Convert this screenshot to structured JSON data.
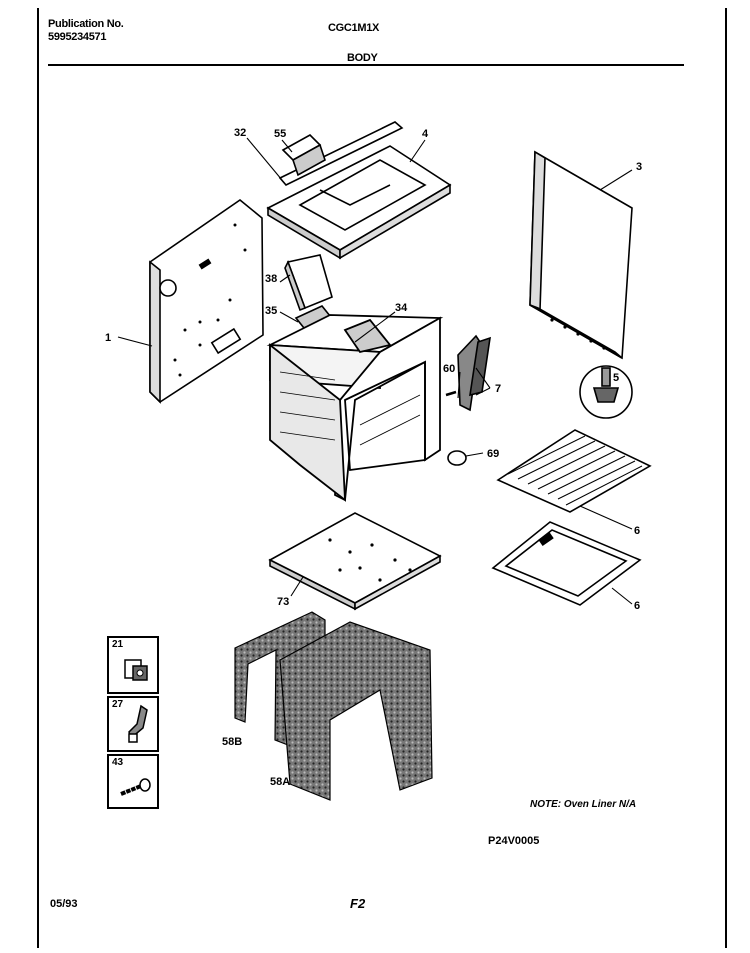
{
  "header": {
    "publication_label": "Publication No.",
    "publication_number": "5995234571",
    "model": "CGC1M1X",
    "section": "BODY"
  },
  "parts": {
    "p1": "1",
    "p32": "32",
    "p55": "55",
    "p4": "4",
    "p3": "3",
    "p38": "38",
    "p35": "35",
    "p34": "34",
    "p60": "60",
    "p7": "7",
    "p5": "5",
    "p69": "69",
    "p6a": "6",
    "p6b": "6",
    "p73": "73",
    "p58b": "58B",
    "p58a": "58A"
  },
  "insets": [
    {
      "number": "21",
      "icon": "clip-icon"
    },
    {
      "number": "27",
      "icon": "bracket-icon"
    },
    {
      "number": "43",
      "icon": "screw-icon"
    }
  ],
  "note": "NOTE: Oven Liner N/A",
  "diagram_code": "P24V0005",
  "footer": {
    "date": "05/93",
    "page": "F2"
  }
}
